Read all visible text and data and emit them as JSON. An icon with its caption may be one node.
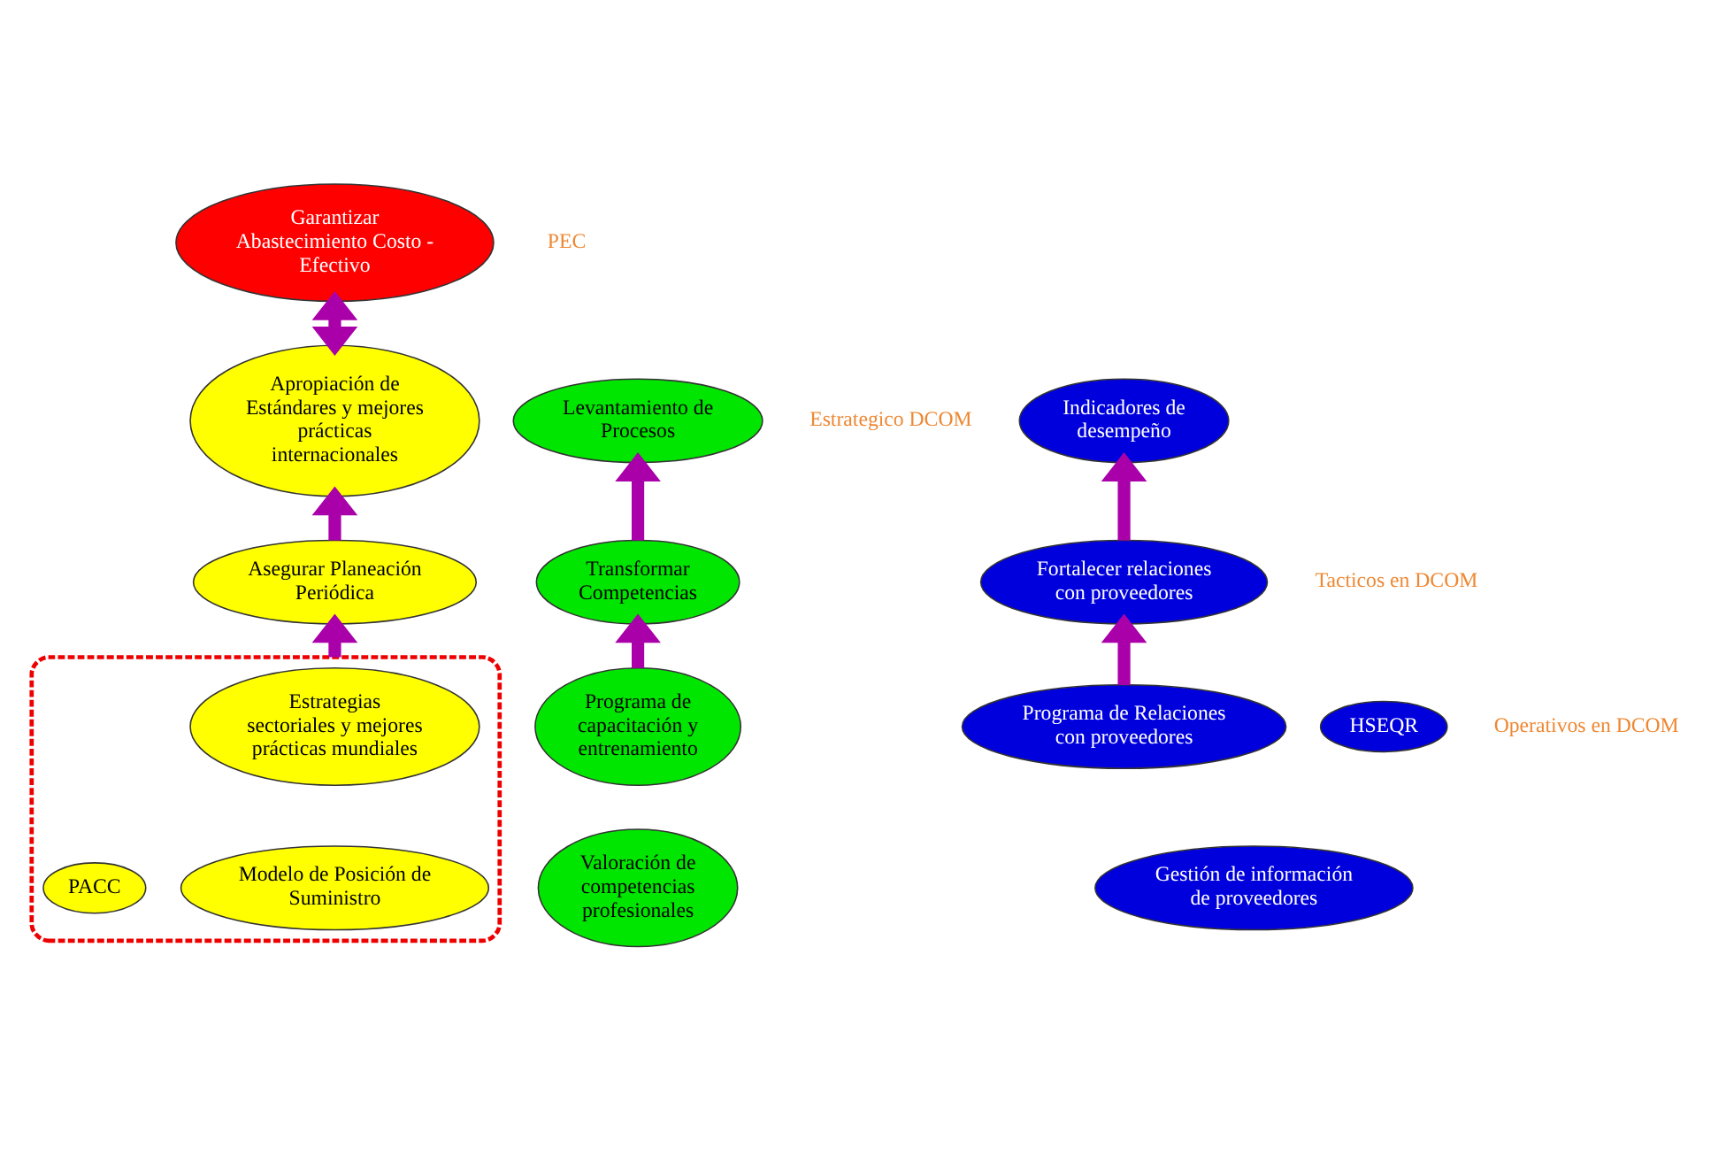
{
  "diagram": {
    "nodes": [
      {
        "text": [
          "Garantizar Abastecimiento Costo - Efectivo"
        ]
      },
      {
        "text": [
          "Levantamiento de Procesos"
        ]
      },
      {
        "text": [
          "Apropiación de Estándares y mejores prácticas internacionales"
        ]
      },
      {
        "text": [
          "Indicadores de desempeño"
        ]
      },
      {
        "text": [
          "Transformar Competencias"
        ]
      },
      {
        "text": [
          "Asegurar Planeación Periódica"
        ]
      },
      {
        "text": [
          "Fortalecer relaciones con proveedores"
        ]
      },
      {
        "text": [
          "Programa de capacitación y entrenamiento"
        ]
      },
      {
        "text": [
          "Valoración de competencias profesionales"
        ]
      },
      {
        "text": [],
        "shape": "box"
      },
      {
        "text": [
          "Estrategias sectoriales y mejores prácticas mundiales"
        ],
        "in": 9
      },
      {
        "text": [
          "Modelo de Posición de Suministro"
        ],
        "in": 9
      },
      {
        "text": [
          "PACC"
        ],
        "in": 9
      },
      {
        "text": [
          "Programa de Relaciones con proveedores"
        ]
      },
      {
        "text": [
          "HSEQR"
        ]
      },
      {
        "text": [
          "Gestión de información de proveedores"
        ]
      }
    ],
    "edges": [
      {
        "from": 2,
        "to": 0,
        "arrow": "both"
      },
      {
        "from": 4,
        "to": 1,
        "arrow": "to"
      },
      {
        "from": 5,
        "to": 2,
        "arrow": "to"
      },
      {
        "from": 6,
        "to": 3,
        "arrow": "to"
      },
      {
        "from": 7,
        "to": 4,
        "arrow": "to"
      },
      {
        "from": 9,
        "to": 5,
        "arrow": "to"
      },
      {
        "from": 13,
        "to": 6,
        "arrow": "to"
      }
    ],
    "labels": [
      "PEC",
      "Estrategico DCOM",
      "Tacticos en DCOM",
      "Operativos en DCOM"
    ]
  }
}
